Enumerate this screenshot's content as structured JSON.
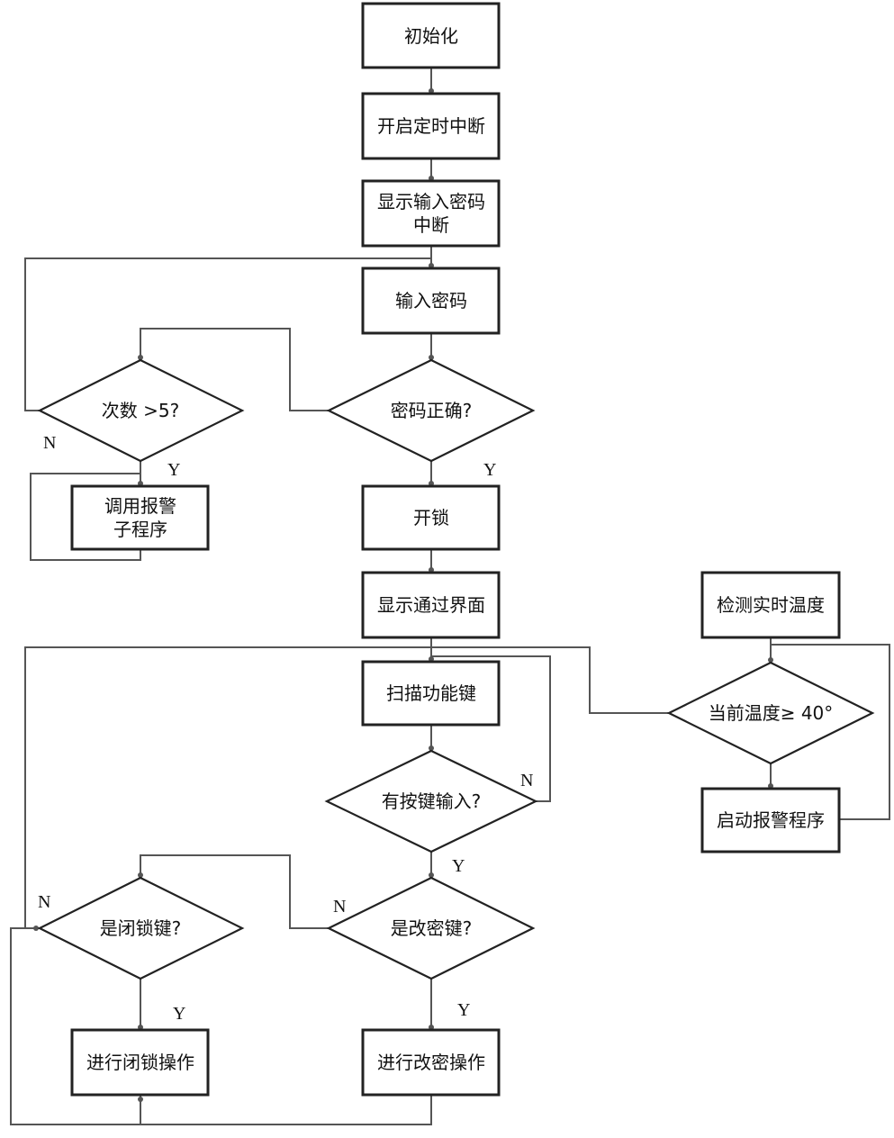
{
  "nodes": {
    "init": "初始化",
    "timer": "开启定时中断",
    "show_input_1": "显示输入密码",
    "show_input_2": "中断",
    "input_pwd": "输入密码",
    "pwd_ok": "密码正确?",
    "count_gt5": "次数 >5?",
    "alarm_sub_1": "调用报警",
    "alarm_sub_2": "子程序",
    "unlock": "开锁",
    "show_pass": "显示通过界面",
    "scan_keys": "扫描功能键",
    "key_input": "有按键输入?",
    "change_key": "是改密键?",
    "lock_key": "是闭锁键?",
    "do_change": "进行改密操作",
    "do_lock": "进行闭锁操作",
    "detect_temp": "检测实时温度",
    "temp_cond": "当前温度≥ 40°",
    "start_alarm": "启动报警程序"
  },
  "labels": {
    "yes": "Y",
    "no": "N"
  }
}
